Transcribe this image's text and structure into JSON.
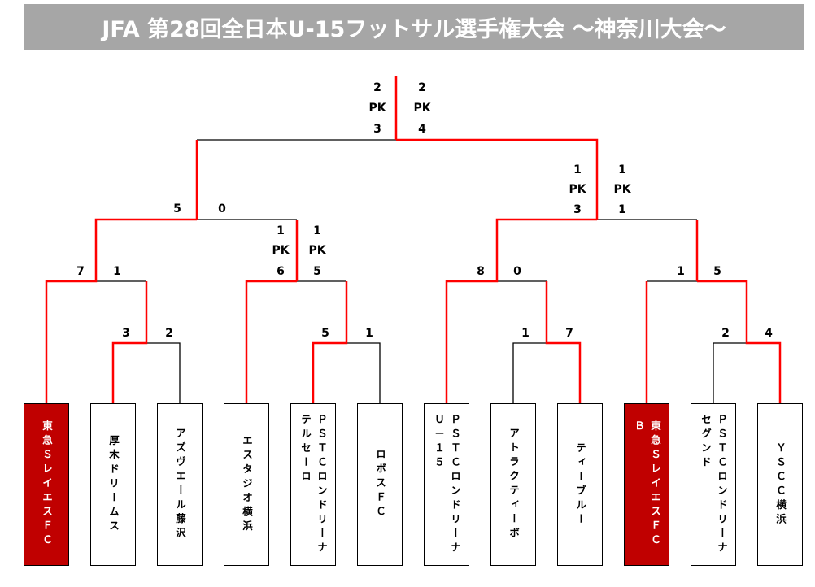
{
  "title": "JFA 第28回全日本U-15フットサル選手権大会 ～神奈川大会～",
  "teams": [
    {
      "name": "東急ＳレイエスＦＣ",
      "winner": true
    },
    {
      "name": "厚木ドリームス",
      "winner": false
    },
    {
      "name": "アズヴエール藤沢",
      "winner": false
    },
    {
      "name": "エスタジオ横浜",
      "winner": false
    },
    {
      "name": "ＰＳＴＣロンドリーナ\nテルセーロ",
      "winner": false
    },
    {
      "name": "ロボスＦＣ",
      "winner": false
    },
    {
      "name": "ＰＳＴＣロンドリーナ\nＵ－１５",
      "winner": false
    },
    {
      "name": "アトラクティーボ",
      "winner": false
    },
    {
      "name": "ティーブルー",
      "winner": false
    },
    {
      "name": "東急ＳレイエスＦＣ\nＢ",
      "winner": true
    },
    {
      "name": "ＰＳＴＣロンドリーナ\nセグンド",
      "winner": false
    },
    {
      "name": "ＹＳＣＣ横浜",
      "winner": false
    }
  ],
  "scores": {
    "final": {
      "left": [
        "2",
        "PK",
        "3"
      ],
      "right": [
        "2",
        "PK",
        "4"
      ]
    },
    "semi1": {
      "left": "5",
      "right": "0"
    },
    "semi2": {
      "left": [
        "1",
        "PK",
        "3"
      ],
      "right": [
        "1",
        "PK",
        "1"
      ]
    },
    "qf1": {
      "left": "7",
      "right": "1"
    },
    "qf2": {
      "left": [
        "1",
        "PK",
        "6"
      ],
      "right": [
        "1",
        "PK",
        "5"
      ]
    },
    "qf3": {
      "left": "8",
      "right": "0"
    },
    "qf4": {
      "left": "1",
      "right": "5"
    },
    "r1a": {
      "left": "3",
      "right": "2"
    },
    "r1b": {
      "left": "5",
      "right": "1"
    },
    "r1c": {
      "left": "1",
      "right": "7"
    },
    "r1d": {
      "left": "2",
      "right": "4"
    }
  },
  "colors": {
    "winner_line": "#ff0000",
    "line": "#000000",
    "winner_box": "#c00000",
    "title_bg": "#a6a6a6"
  }
}
